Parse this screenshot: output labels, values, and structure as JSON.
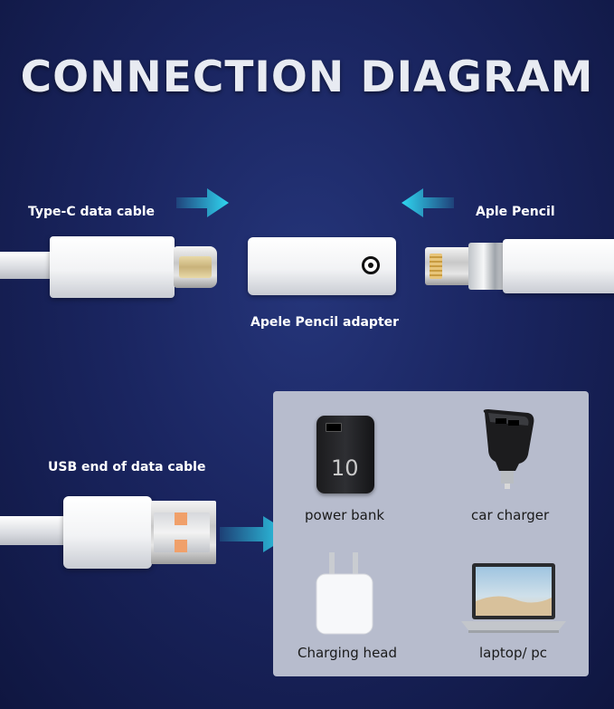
{
  "diagram": {
    "title": "CONNECTION DIAGRAM",
    "labels": {
      "type_c_cable": "Type-C data cable",
      "pencil": "Aple Pencil",
      "adapter": "Apele Pencil adapter",
      "usb_end": "USB end of data cable"
    },
    "power_sources": [
      {
        "label": "power bank",
        "icon": "power-bank-icon",
        "display": "10"
      },
      {
        "label": "car charger",
        "icon": "car-charger-icon"
      },
      {
        "label": "Charging head",
        "icon": "charging-head-icon"
      },
      {
        "label": "laptop/ pc",
        "icon": "laptop-icon"
      }
    ],
    "colors": {
      "arrow": "#2fd6f0",
      "background": "#1a2560",
      "panel": "#b7bccd"
    }
  }
}
